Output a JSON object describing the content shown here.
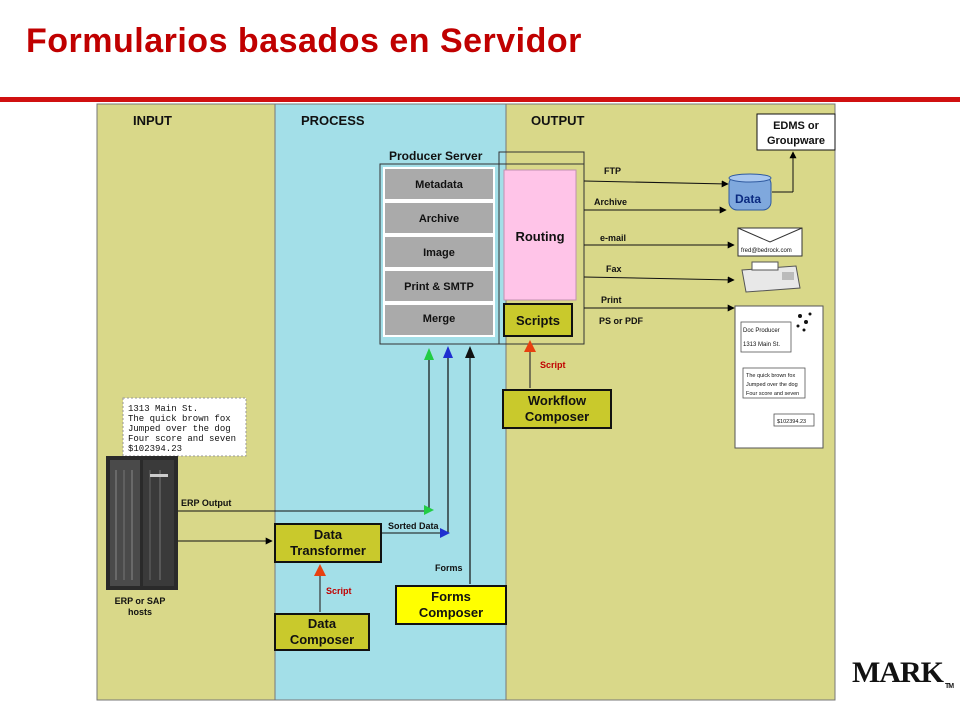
{
  "title": "Formularios basados en Servidor",
  "colors": {
    "title": "#c00000",
    "rule": "#d01010",
    "input_bg": "#d9d889",
    "process_bg": "#a3dfe8",
    "box_yellow": "#c9c92c",
    "forms_yellow": "#ffff00",
    "routing_pink": "#ffc4e8",
    "script_arrow": "#e84010",
    "arrow_green": "#22cc44",
    "arrow_blue": "#1f2fd0"
  },
  "sections": {
    "input": "INPUT",
    "process": "PROCESS",
    "output": "OUTPUT"
  },
  "producer_server": {
    "label": "Producer Server",
    "modules": [
      "Metadata",
      "Archive",
      "Image",
      "Print & SMTP",
      "Merge"
    ],
    "routing": "Routing",
    "scripts": "Scripts"
  },
  "composers": {
    "workflow": [
      "Workflow",
      "Composer"
    ],
    "data_transformer": [
      "Data",
      "Transformer"
    ],
    "data_composer": [
      "Data",
      "Composer"
    ],
    "forms_composer": [
      "Forms",
      "Composer"
    ]
  },
  "labels": {
    "script_workflow": "Script",
    "script_data": "Script",
    "erp_output": "ERP Output",
    "sorted_data": "Sorted Data",
    "forms": "Forms",
    "erp_hosts": [
      "ERP or SAP",
      "hosts"
    ]
  },
  "raw_data_lines": [
    "1313 Main St.",
    "The quick brown fox",
    "Jumped over the dog",
    "Four score and seven",
    "$102394.23"
  ],
  "outputs": {
    "ftp": "FTP",
    "archive": "Archive",
    "email": "e-mail",
    "fax": "Fax",
    "print": "Print",
    "ps_pdf": "PS or PDF",
    "edms": [
      "EDMS or",
      "Groupware"
    ],
    "data_icon": "Data",
    "email_address": "fred@bedrock.com"
  },
  "document": {
    "sender_lines": [
      "Doc Producer",
      "1313 Main St."
    ],
    "body_lines": [
      "The quick brown fox",
      "Jumped over the dog",
      "Four score and seven"
    ],
    "amount": "$102394.23"
  },
  "logo": {
    "text": "MARK",
    "tm": "TM"
  }
}
